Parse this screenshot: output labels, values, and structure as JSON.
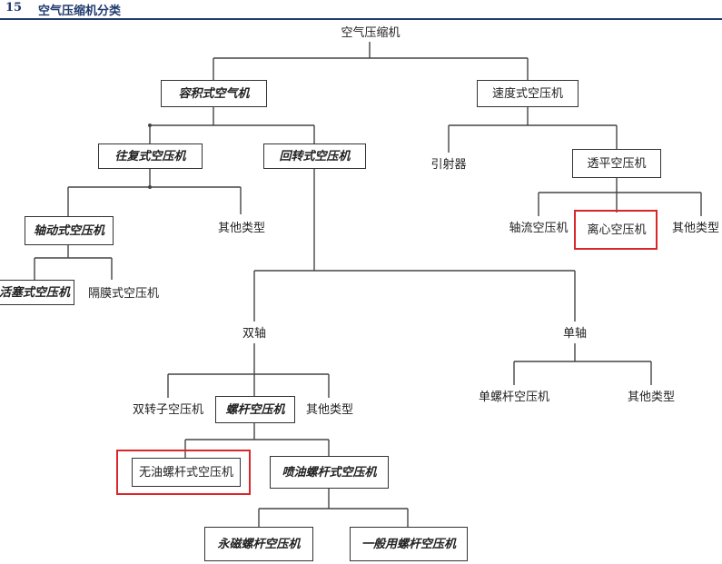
{
  "header": {
    "number": "15",
    "title": "空气压缩机分类"
  },
  "colors": {
    "header": "#1f3a6e",
    "highlight": "#d9262b",
    "line": "#444444"
  },
  "diagram": {
    "root": "空气压缩机",
    "positive_displacement": "容积式空气机",
    "dynamic": "速度式空压机",
    "reciprocating": "往复式空压机",
    "rotary": "回转式空压机",
    "ejector": "引射器",
    "turbo": "透平空压机",
    "axial_piston": "轴动式空压机",
    "recip_other": "其他类型",
    "axial_flow": "轴流空压机",
    "centrifugal": "离心空压机",
    "turbo_other": "其他类型",
    "piston": "活塞式空压机",
    "diaphragm": "隔膜式空压机",
    "twin_shaft": "双轴",
    "single_shaft": "单轴",
    "twin_rotor": "双转子空压机",
    "screw": "螺杆空压机",
    "twin_other": "其他类型",
    "single_screw": "单螺杆空压机",
    "single_other": "其他类型",
    "oil_free_screw": "无油螺杆式空压机",
    "oil_injected_screw": "喷油螺杆式空压机",
    "pm_screw": "永磁螺杆空压机",
    "general_screw": "一般用螺杆空压机"
  }
}
